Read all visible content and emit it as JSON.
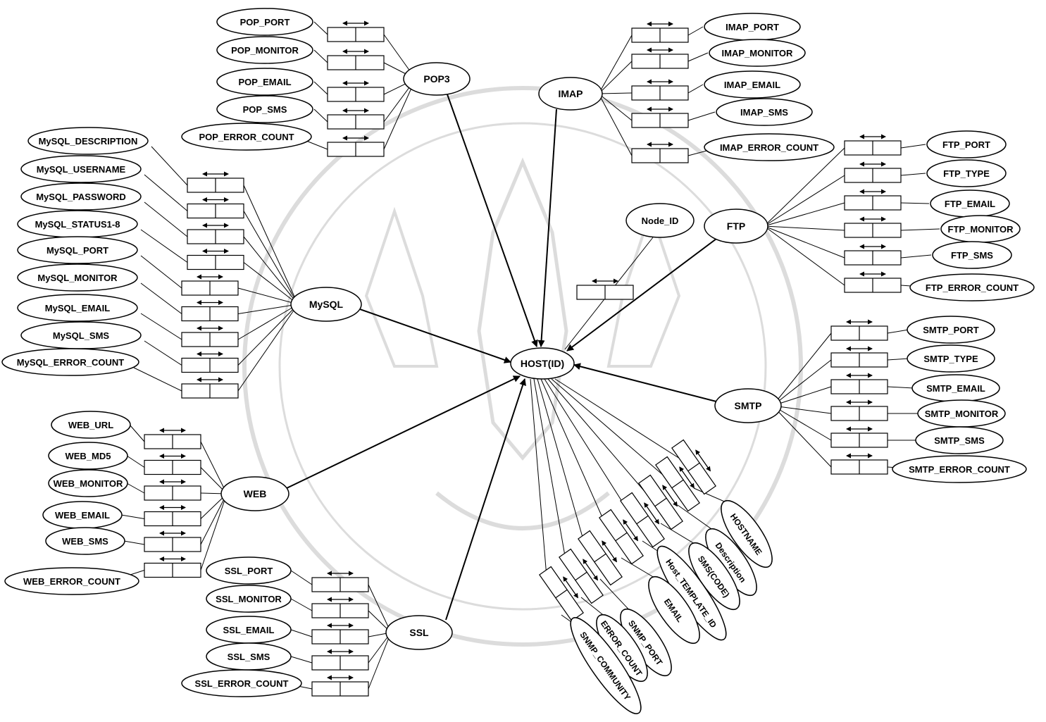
{
  "hub": "HOST(ID)",
  "groups": {
    "pop3": {
      "label": "POP3",
      "attrs": [
        "POP_PORT",
        "POP_MONITOR",
        "POP_EMAIL",
        "POP_SMS",
        "POP_ERROR_COUNT"
      ]
    },
    "imap": {
      "label": "IMAP",
      "attrs": [
        "IMAP_PORT",
        "IMAP_MONITOR",
        "IMAP_EMAIL",
        "IMAP_SMS",
        "IMAP_ERROR_COUNT"
      ]
    },
    "mysql": {
      "label": "MySQL",
      "attrs": [
        "MySQL_DESCRIPTION",
        "MySQL_USERNAME",
        "MySQL_PASSWORD",
        "MySQL_STATUS1-8",
        "MySQL_PORT",
        "MySQL_MONITOR",
        "MySQL_EMAIL",
        "MySQL_SMS",
        "MySQL_ERROR_COUNT"
      ]
    },
    "ftp": {
      "label": "FTP",
      "attrs": [
        "FTP_PORT",
        "FTP_TYPE",
        "FTP_EMAIL",
        "FTP_MONITOR",
        "FTP_SMS",
        "FTP_ERROR_COUNT"
      ]
    },
    "smtp": {
      "label": "SMTP",
      "attrs": [
        "SMTP_PORT",
        "SMTP_TYPE",
        "SMTP_EMAIL",
        "SMTP_MONITOR",
        "SMTP_SMS",
        "SMTP_ERROR_COUNT"
      ]
    },
    "web": {
      "label": "WEB",
      "attrs": [
        "WEB_URL",
        "WEB_MD5",
        "WEB_MONITOR",
        "WEB_EMAIL",
        "WEB_SMS",
        "WEB_ERROR_COUNT"
      ]
    },
    "ssl": {
      "label": "SSL",
      "attrs": [
        "SSL_PORT",
        "SSL_MONITOR",
        "SSL_EMAIL",
        "SSL_SMS",
        "SSL_ERROR_COUNT"
      ]
    }
  },
  "node_id": "Node_ID",
  "host_attrs": [
    "HOSTNAME",
    "Description",
    "SMS(CODE)",
    "Host_TEMPLATE_ID",
    "EMAIL",
    "SNMP_PORT",
    "ERROR_COUNT",
    "SNMP_COMMUNITY"
  ],
  "colors": {
    "stroke": "#000000",
    "background": "#ffffff",
    "watermark": "#d8d8d8"
  }
}
